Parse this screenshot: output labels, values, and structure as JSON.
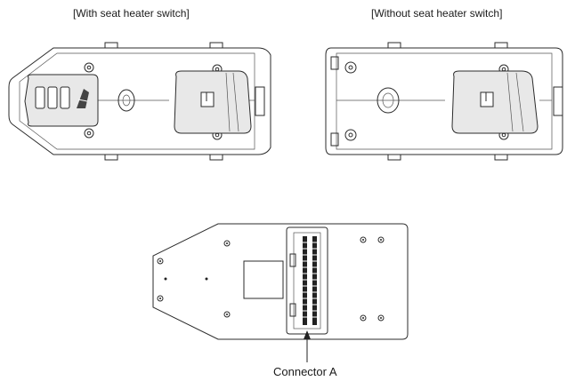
{
  "labels": {
    "with_switch": "[With seat heater switch]",
    "without_switch": "[Without seat heater switch]",
    "connector": "Connector A"
  },
  "icons": [
    "seat-heater-icon",
    "connector-pin-icon",
    "screw-hole-icon"
  ]
}
